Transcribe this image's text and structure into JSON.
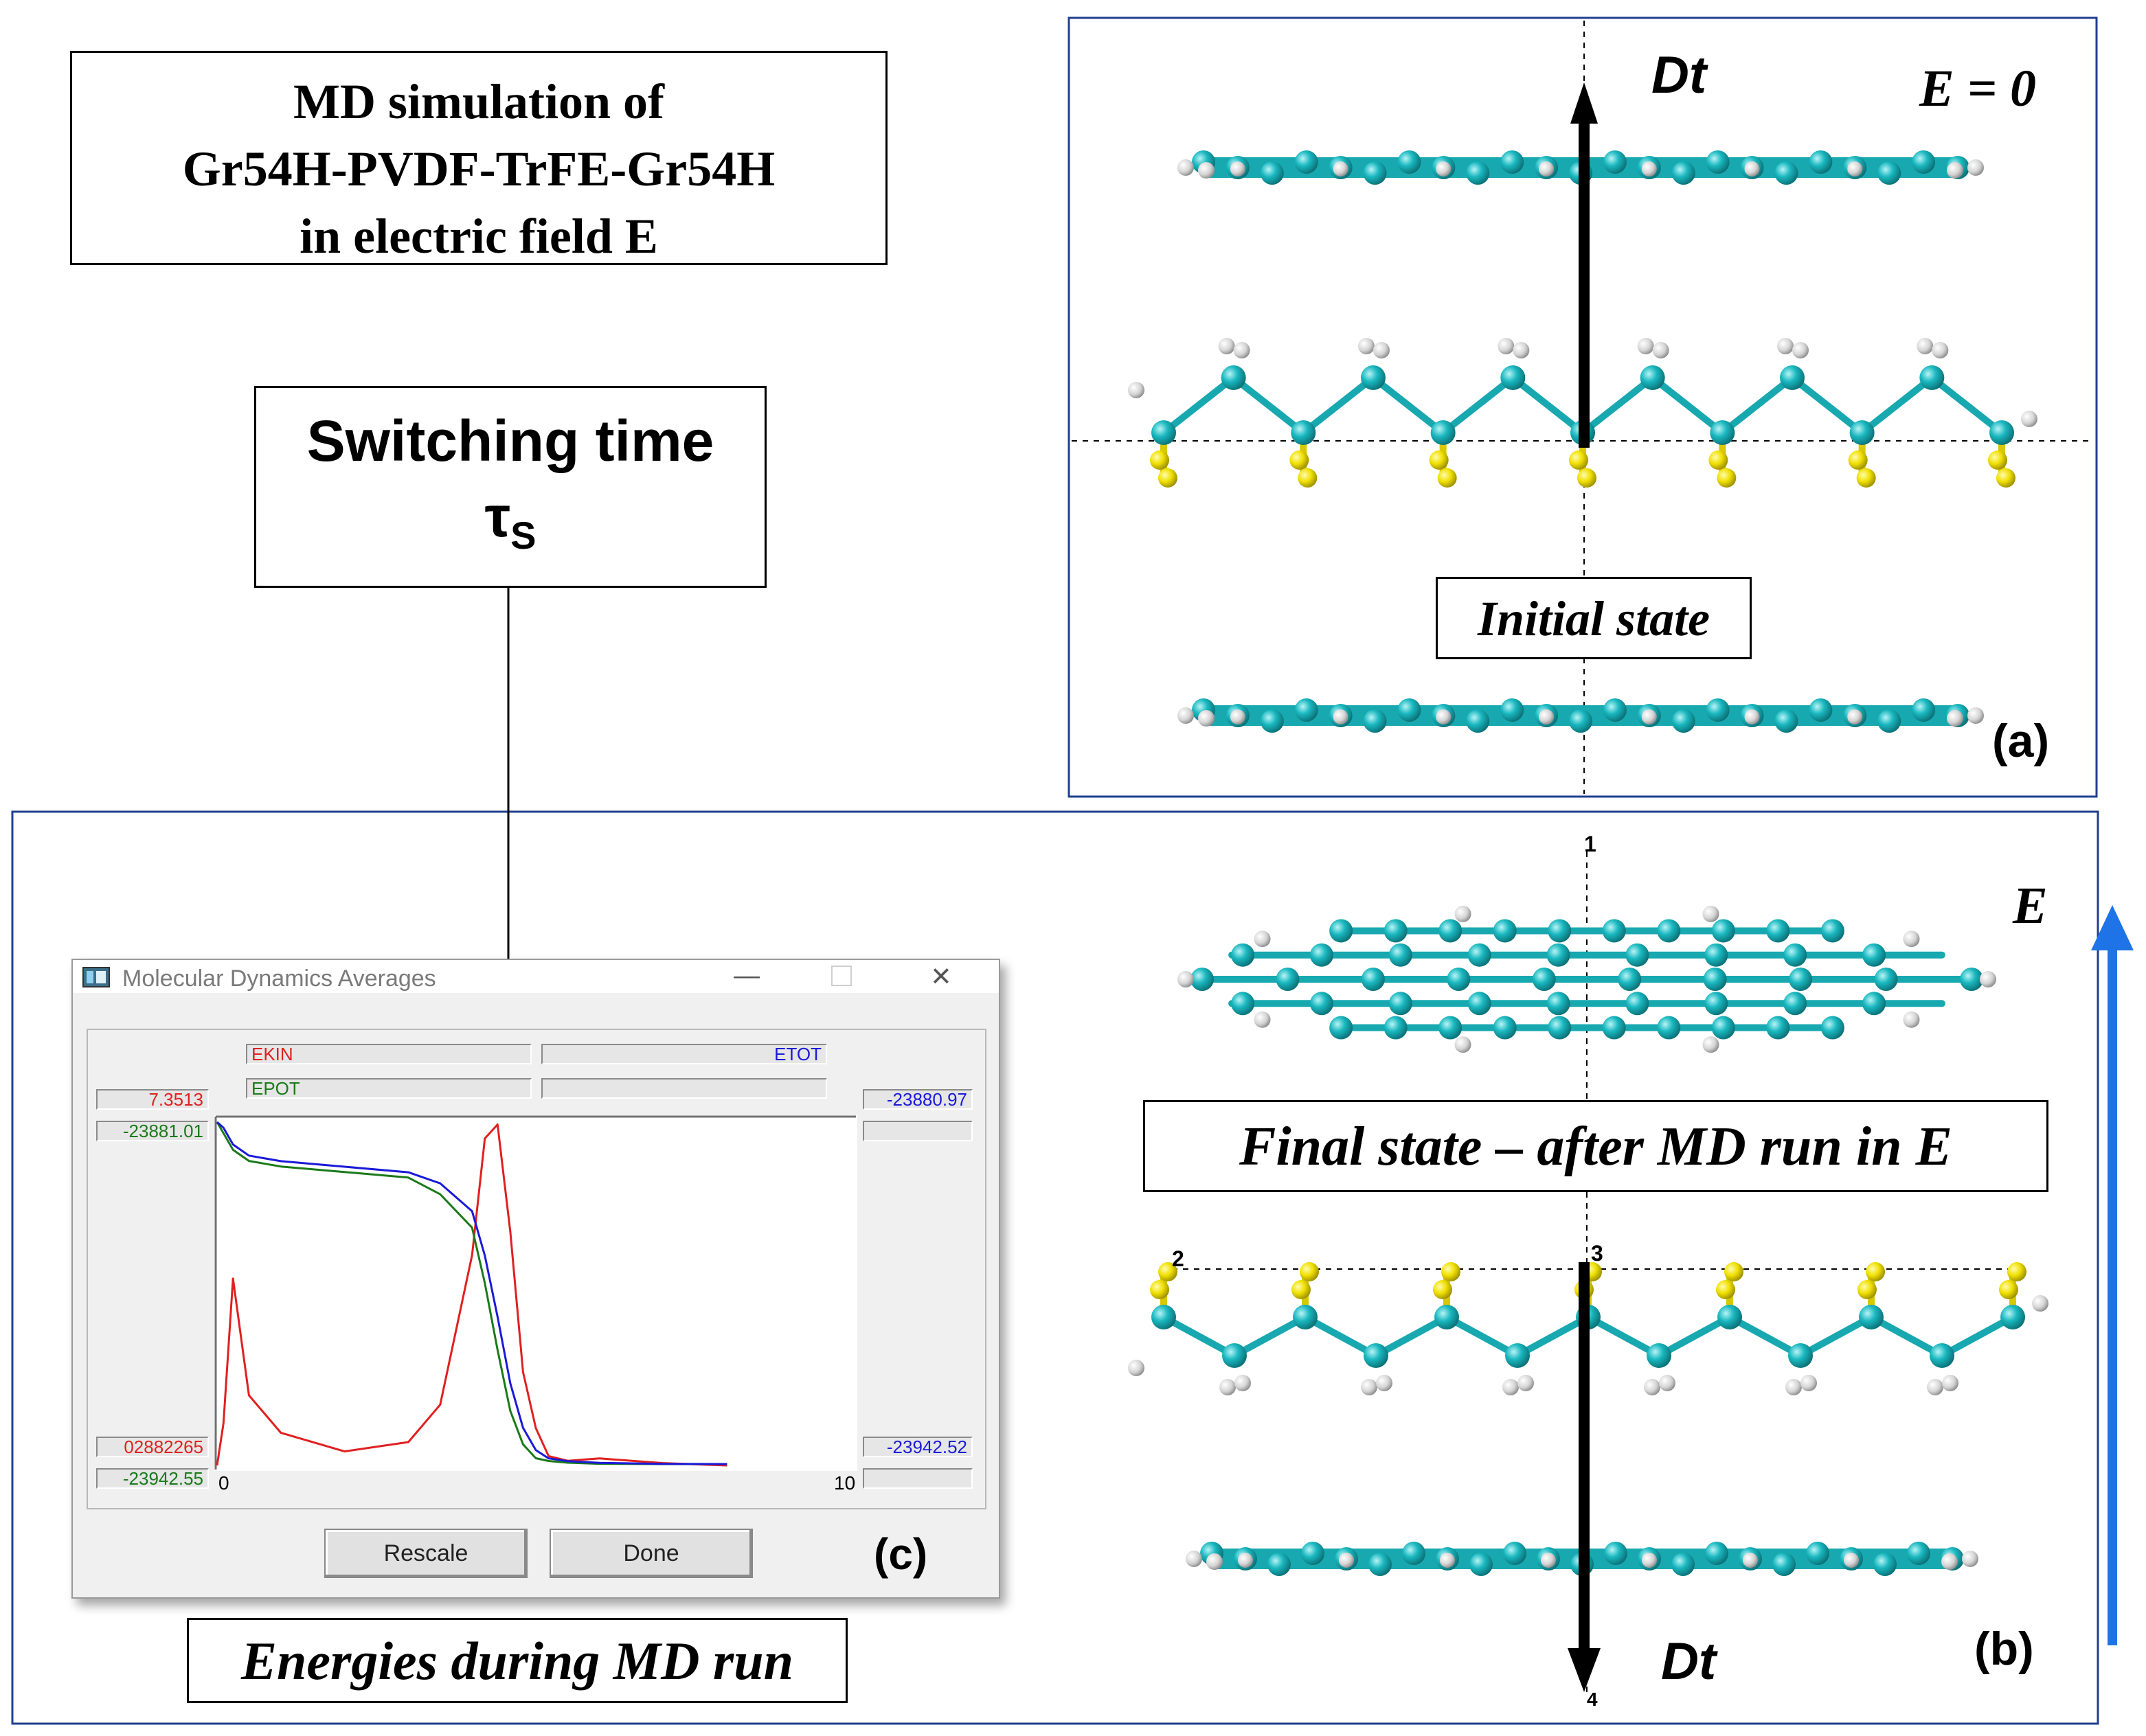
{
  "title_box": {
    "line1": "MD simulation of",
    "line2": "Gr54H-PVDF-TrFE-Gr54H",
    "line3": "in electric field E"
  },
  "switching_box": {
    "line1": "Switching time",
    "tau": "τ",
    "tau_sub": "S"
  },
  "panel_a": {
    "dipole_label": "Dt",
    "field_label": "E = 0",
    "state_label": "Initial state",
    "panel_letter": "(a)"
  },
  "panel_b": {
    "field_label": "E",
    "state_label": "Final state – after MD run in E",
    "dipole_label": "Dt",
    "panel_letter": "(b)",
    "atom_markers": [
      "1",
      "2",
      "3",
      "4"
    ]
  },
  "md_window": {
    "title": "Molecular Dynamics Averages",
    "legend": {
      "ekin": "EKIN",
      "etot": "ETOT",
      "epot": "EPOT"
    },
    "left_top_red": "7.3513",
    "left_top_green": "-23881.01",
    "left_bottom_red": "02882265",
    "left_bottom_green": "-23942.55",
    "right_top_blue": "-23880.97",
    "right_bottom_blue": "-23942.52",
    "x_min": "0",
    "x_max": "10",
    "rescale_button": "Rescale",
    "done_button": "Done",
    "panel_letter": "(c)",
    "colors": {
      "ekin": "#e02020",
      "epot": "#1a7a1a",
      "etot": "#1a1ad8"
    }
  },
  "energies_label": "Energies during MD run",
  "chart_data": {
    "type": "line",
    "title": "Molecular Dynamics Averages",
    "xlabel": "",
    "ylabel": "",
    "x_range": [
      0,
      10
    ],
    "x": [
      0,
      0.1,
      0.25,
      0.5,
      1,
      2,
      3,
      3.5,
      4,
      4.2,
      4.4,
      4.6,
      4.8,
      5,
      5.2,
      5.5,
      6,
      7,
      8
    ],
    "series": [
      {
        "name": "EKIN",
        "values": [
          0.0,
          0.9,
          4.0,
          1.5,
          0.7,
          0.3,
          0.5,
          1.3,
          4.5,
          7.0,
          7.3,
          5.0,
          2.0,
          0.8,
          0.2,
          0.1,
          0.15,
          0.05,
          0.0
        ]
      },
      {
        "name": "EPOT",
        "values": [
          -23881.01,
          -23883,
          -23886,
          -23888,
          -23889,
          -23890,
          -23891,
          -23894,
          -23900,
          -23910,
          -23922,
          -23933,
          -23939,
          -23941.5,
          -23942,
          -23942.3,
          -23942.5,
          -23942.55,
          -23942.55
        ]
      },
      {
        "name": "ETOT",
        "values": [
          -23880.97,
          -23882,
          -23885,
          -23887,
          -23888,
          -23889,
          -23890,
          -23892,
          -23897,
          -23905,
          -23916,
          -23928,
          -23936,
          -23940,
          -23941.5,
          -23942,
          -23942.3,
          -23942.5,
          -23942.52
        ]
      }
    ],
    "y_ranges": {
      "EKIN": [
        0.02882265,
        7.3513
      ],
      "EPOT": [
        -23942.55,
        -23881.01
      ],
      "ETOT": [
        -23942.52,
        -23880.97
      ]
    }
  }
}
